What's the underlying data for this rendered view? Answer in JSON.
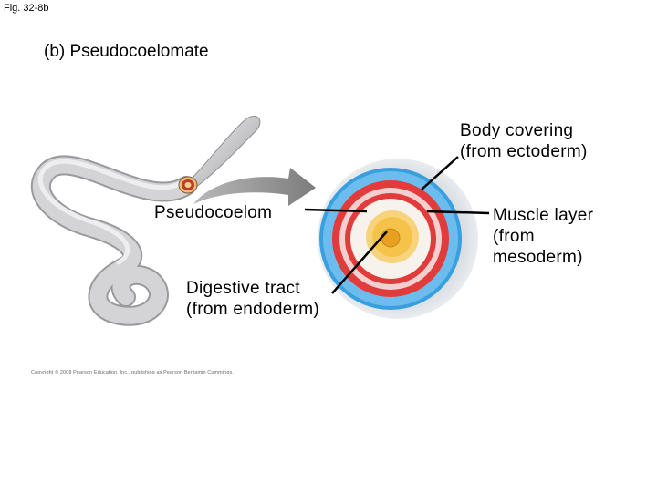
{
  "figure": {
    "label": "Fig. 32-8b",
    "subtitle": "(b) Pseudocoelomate",
    "copyright": "Copyright © 2008 Pearson Education, Inc., publishing as Pearson Benjamin Cummings."
  },
  "callouts": {
    "body_covering": [
      "Body covering",
      "(from ectoderm)"
    ],
    "pseudocoelom": "Pseudocoelom",
    "digestive_tract": [
      "Digestive tract",
      "(from endoderm)"
    ],
    "muscle_layer": [
      "Muscle layer",
      "(from",
      "mesoderm)"
    ]
  },
  "colors": {
    "worm_body": "#c8c8ca",
    "ectoderm": "#3a9fde",
    "mesoderm": "#e23b3b",
    "pseudocoelom_fill": "#f4cfcf",
    "endoderm": "#f5c34a",
    "gut_lumen": "#e8a020",
    "arrow": "#8e8e8e"
  }
}
